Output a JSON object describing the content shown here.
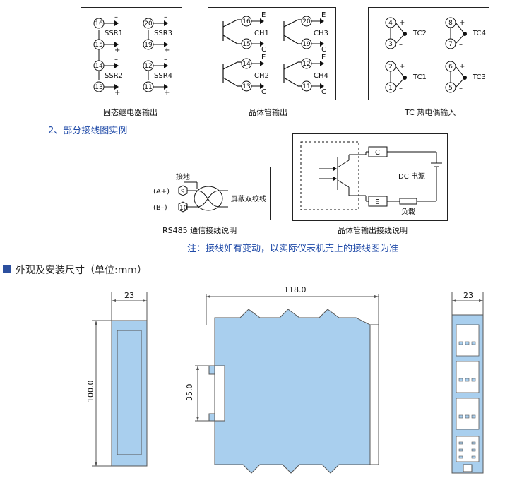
{
  "ssr": {
    "caption": "固态继电器输出",
    "terminals": [
      "16",
      "15",
      "14",
      "13",
      "20",
      "19",
      "12",
      "11"
    ],
    "labels": [
      "SSR1",
      "SSR2",
      "SSR3",
      "SSR4"
    ],
    "minus": "–",
    "plus": "+"
  },
  "transistor": {
    "caption": "晶体管输出",
    "terminals": [
      "16",
      "15",
      "14",
      "13",
      "20",
      "19",
      "12",
      "11"
    ],
    "labels": [
      "CH1",
      "CH2",
      "CH3",
      "CH4"
    ],
    "e": "E",
    "c": "C"
  },
  "tc": {
    "caption": "TC 热电偶输入",
    "terminals": [
      "4",
      "3",
      "2",
      "1",
      "8",
      "7",
      "6",
      "5"
    ],
    "labels": [
      "TC2",
      "TC1",
      "TC4",
      "TC3"
    ],
    "plus": "+",
    "minus": "–"
  },
  "section2_title": "2、部分接线图实例",
  "rs485": {
    "ground": "接地",
    "a": "(A+)",
    "b": "(B–)",
    "t9": "9",
    "t10": "10",
    "cable": "屏蔽双绞线",
    "caption": "RS485 通信接线说明"
  },
  "transistor_example": {
    "c": "C",
    "e": "E",
    "dc": "DC 电源",
    "load": "负载",
    "caption": "晶体管输出接线说明"
  },
  "note": "注：接线如有变动，以实际仪表机壳上的接线图为准",
  "section3_title": "外观及安装尺寸（单位:mm）",
  "dims": {
    "front_width": "23",
    "height": "100.0",
    "side_width": "118.0",
    "rail": "35.0",
    "back_width": "23"
  },
  "colors": {
    "device_fill": "#a9cfee",
    "device_stroke": "#555555",
    "accent_blue": "#1f4aa8",
    "section_square": "#2c4f9e"
  }
}
